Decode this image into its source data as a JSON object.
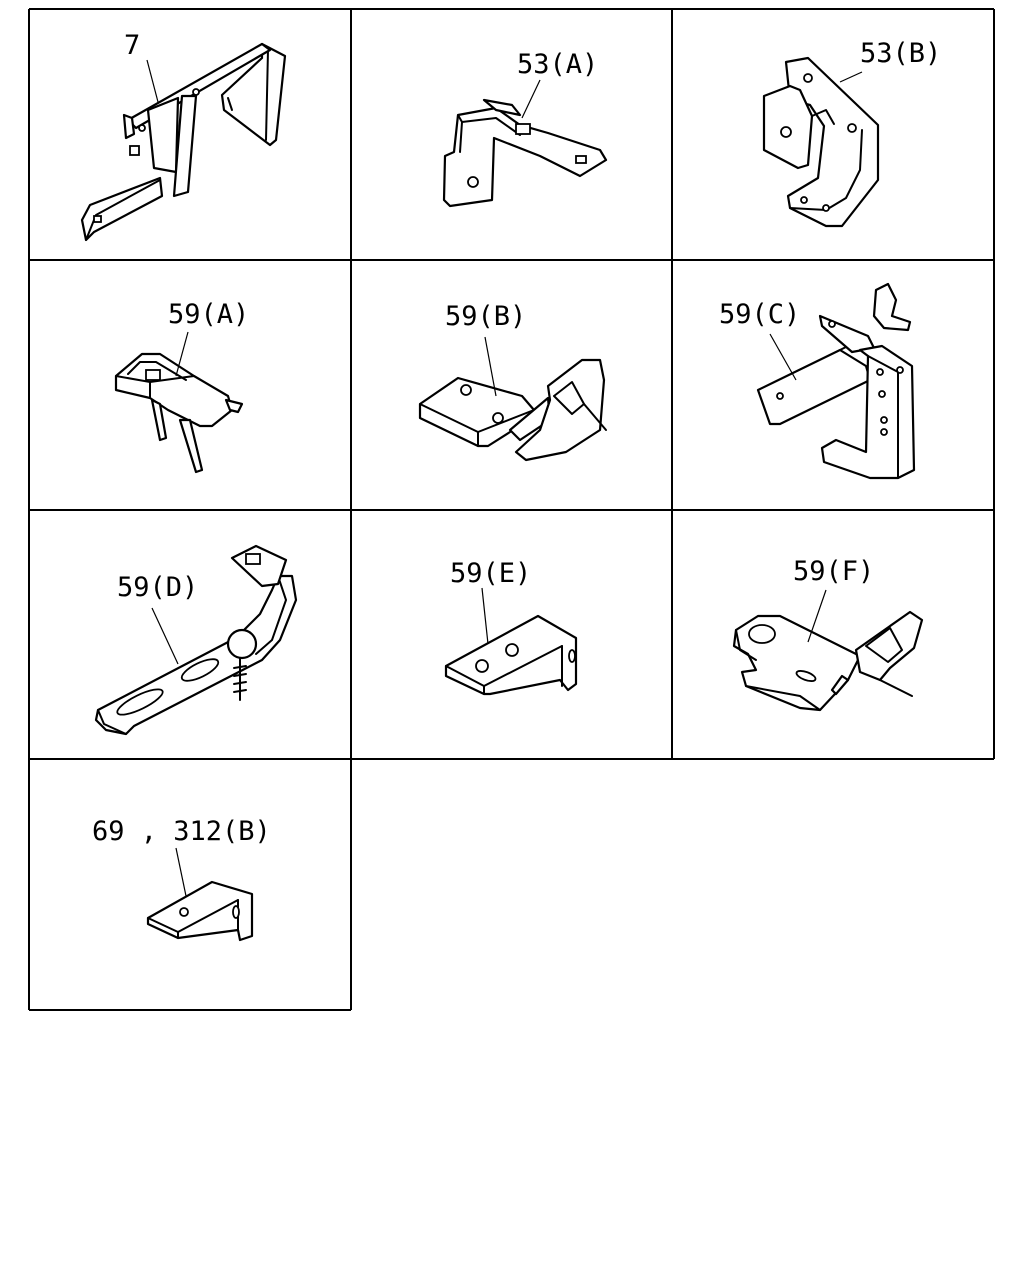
{
  "diagram": {
    "cells": [
      {
        "id": "cell-7",
        "label": "7"
      },
      {
        "id": "cell-53a",
        "label": "53(A)"
      },
      {
        "id": "cell-53b",
        "label": "53(B)"
      },
      {
        "id": "cell-59a",
        "label": "59(A)"
      },
      {
        "id": "cell-59b",
        "label": "59(B)"
      },
      {
        "id": "cell-59c",
        "label": "59(C)"
      },
      {
        "id": "cell-59d",
        "label": "59(D)"
      },
      {
        "id": "cell-59e",
        "label": "59(E)"
      },
      {
        "id": "cell-59f",
        "label": "59(F)"
      },
      {
        "id": "cell-69-312b",
        "label": "69 , 312(B)"
      }
    ]
  }
}
